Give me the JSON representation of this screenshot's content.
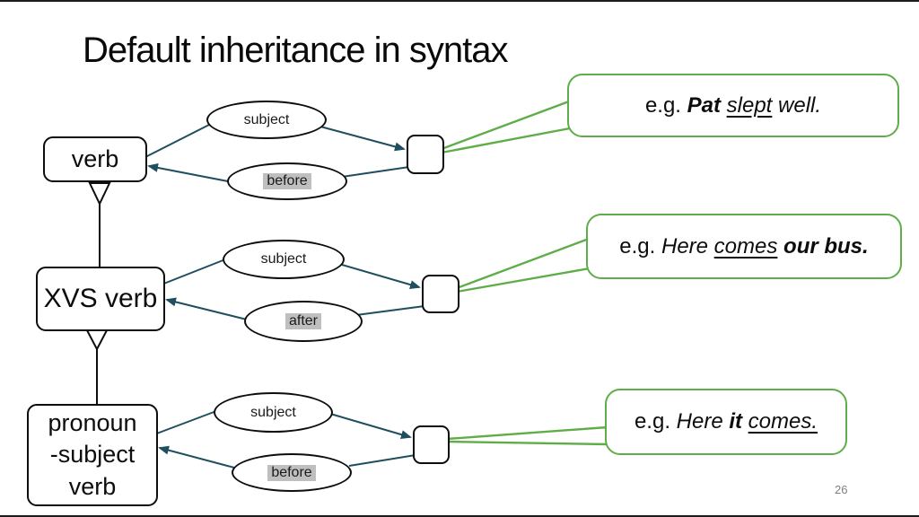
{
  "slide": {
    "title": "Default inheritance in syntax",
    "page_number": "26"
  },
  "colors": {
    "connector": "#1f4e5f",
    "callout_green": "#5fad48",
    "order_highlight": "#bfbfbf",
    "node_border": "#0d0d0d"
  },
  "rows": [
    {
      "node_label": "verb",
      "role_label": "subject",
      "order_label": "before",
      "order_highlighted": true,
      "example": [
        {
          "text": "e.g. ",
          "style": "plain"
        },
        {
          "text": "Pat ",
          "style": "bold-italic"
        },
        {
          "text": "slept",
          "style": "italic-underline"
        },
        {
          "text": " well.",
          "style": "italic"
        }
      ]
    },
    {
      "node_label": "XVS verb",
      "role_label": "subject",
      "order_label": "after",
      "order_highlighted": true,
      "example": [
        {
          "text": "e.g. ",
          "style": "plain"
        },
        {
          "text": "Here ",
          "style": "italic"
        },
        {
          "text": "comes",
          "style": "italic-underline"
        },
        {
          "text": " our bus.",
          "style": "bold-italic"
        }
      ]
    },
    {
      "node_label": "pronoun\n-subject\nverb",
      "role_label": "subject",
      "order_label": "before",
      "order_highlighted": true,
      "example": [
        {
          "text": "e.g. ",
          "style": "plain"
        },
        {
          "text": "Here ",
          "style": "italic"
        },
        {
          "text": "it ",
          "style": "bold-italic"
        },
        {
          "text": "comes.",
          "style": "italic-underline"
        }
      ]
    }
  ]
}
